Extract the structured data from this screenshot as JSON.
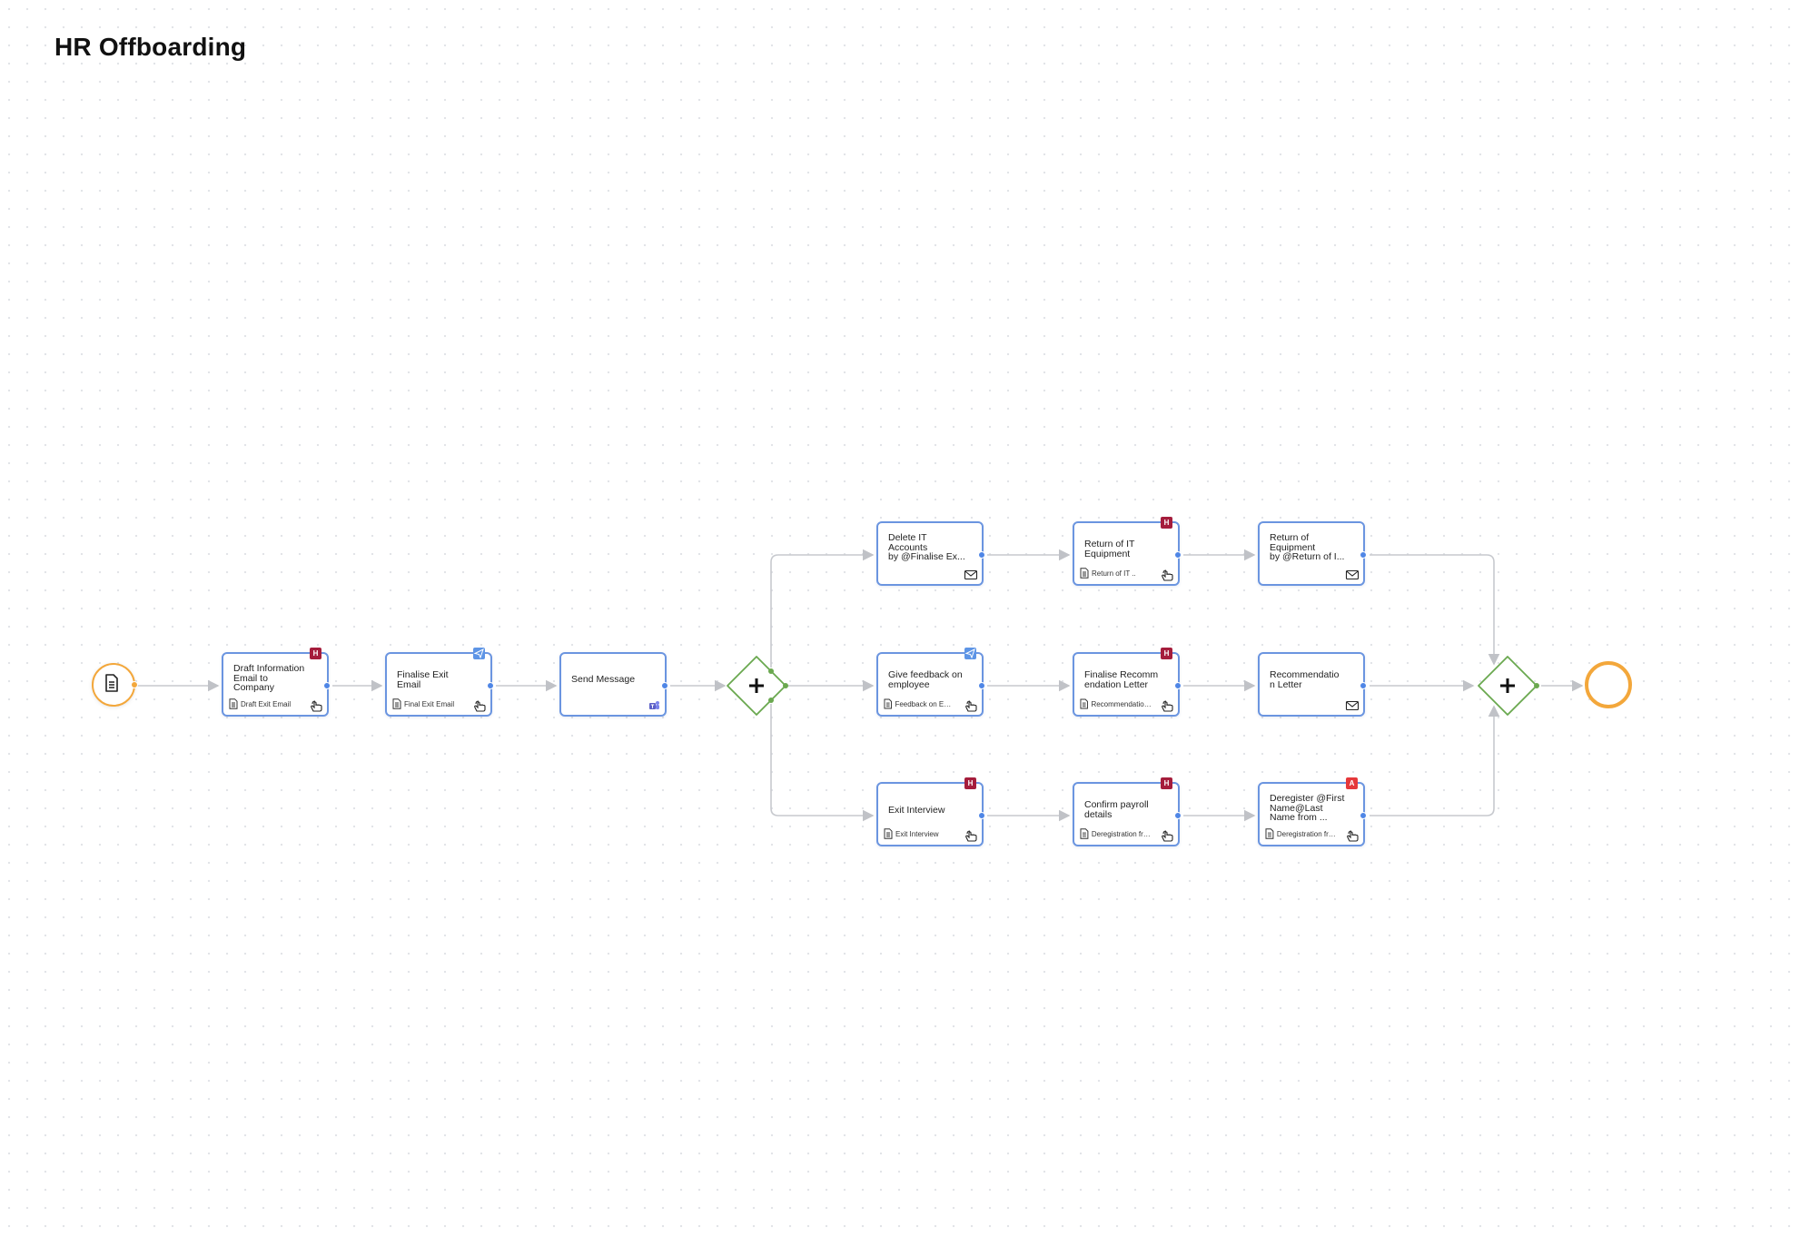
{
  "page_title": "HR Offboarding",
  "colors": {
    "task_border": "#6b95e0",
    "human_badge": "#a51d3c",
    "auto_badge": "#e5383b",
    "send_badge": "#5e95e6",
    "gateway_border": "#6aa84f",
    "event_border": "#f3a73b",
    "connector": "#c7c9ce"
  },
  "start_event": {
    "icon": "document-icon"
  },
  "end_event": {
    "icon": "none"
  },
  "gateways": [
    {
      "type": "parallel",
      "icon": "plus-icon"
    },
    {
      "type": "parallel",
      "icon": "plus-icon"
    }
  ],
  "tasks": [
    {
      "label": "Draft Information\nEmail to\nCompany",
      "badge": "H",
      "doc": "Draft Exit Email",
      "action": "touch-icon"
    },
    {
      "label": "Finalise Exit\nEmail",
      "badge": "send",
      "doc": "Final Exit Email",
      "action": "touch-icon"
    },
    {
      "label": "Send Message",
      "badge": "",
      "doc": "",
      "action": "teams-icon"
    },
    {
      "label": "Delete IT\nAccounts\nby @Finalise Ex...",
      "badge": "",
      "doc": "",
      "action": "mail-icon"
    },
    {
      "label": "Return of IT\nEquipment",
      "badge": "H",
      "doc": "Return of IT ..",
      "action": "touch-icon"
    },
    {
      "label": "Return of\nEquipment\nby @Return of I...",
      "badge": "",
      "doc": "",
      "action": "mail-icon"
    },
    {
      "label": "Give feedback on\nemployee",
      "badge": "send",
      "doc": "Feedback on Emp...",
      "action": "touch-icon"
    },
    {
      "label": "Finalise Recomm\nendation Letter",
      "badge": "H",
      "doc": "Recommendation ...",
      "action": "touch-icon"
    },
    {
      "label": "Recommendatio\nn Letter",
      "badge": "",
      "doc": "",
      "action": "mail-icon"
    },
    {
      "label": "Exit Interview",
      "badge": "H",
      "doc": "Exit Interview",
      "action": "touch-icon"
    },
    {
      "label": "Confirm payroll\ndetails",
      "badge": "H",
      "doc": "Deregistration fro...",
      "action": "touch-icon"
    },
    {
      "label": "Deregister @First\nName@Last\nName from ...",
      "badge": "A",
      "doc": "Deregistration fro...",
      "action": "touch-icon"
    }
  ]
}
